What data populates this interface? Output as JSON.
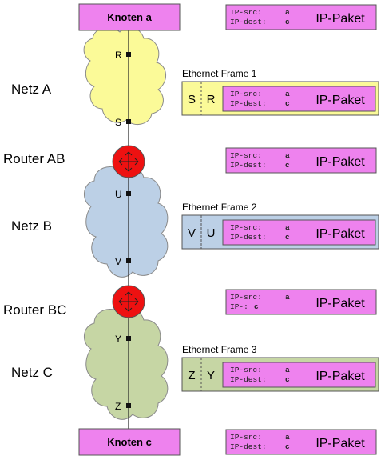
{
  "nodes": {
    "top": "Knoten a",
    "bottom": "Knoten c"
  },
  "networks": [
    {
      "label": "Netz A",
      "ports": [
        "R",
        "S"
      ],
      "color": "#fbfa98"
    },
    {
      "label": "Netz B",
      "ports": [
        "U",
        "V"
      ],
      "color": "#bcd0e6"
    },
    {
      "label": "Netz C",
      "ports": [
        "Y",
        "Z"
      ],
      "color": "#c6d6a4"
    }
  ],
  "routers": [
    {
      "label": "Router AB"
    },
    {
      "label": "Router BC"
    }
  ],
  "packets": [
    {
      "src_label": "IP-src:",
      "src_val": "a",
      "dst_label": "IP-dest:",
      "dst_val": "c",
      "title": "IP-Paket"
    },
    {
      "src_label": "IP-src:",
      "src_val": "a",
      "dst_label": "IP-dest:",
      "dst_val": "c",
      "title": "IP-Paket"
    },
    {
      "src_label": "IP-src:",
      "src_val": "a",
      "dst_label": "IP-dest:",
      "dst_val": "c",
      "title": "IP-Paket"
    },
    {
      "src_label": "IP-src:",
      "src_val": "a",
      "dst_label": "IP-dest:",
      "dst_val": "c",
      "title": "IP-Paket"
    },
    {
      "src_label": "IP-src:",
      "src_val": "a",
      "dst_label": "IP-:",
      "dst_val": "c",
      "title": "IP-Paket"
    },
    {
      "src_label": "IP-src:",
      "src_val": "a",
      "dst_label": "IP-dest:",
      "dst_val": "c",
      "title": "IP-Paket"
    },
    {
      "src_label": "IP-src:",
      "src_val": "a",
      "dst_label": "IP-dest:",
      "dst_val": "c",
      "title": "IP-Paket"
    }
  ],
  "frames": [
    {
      "title": "Ethernet Frame 1",
      "mac1": "S",
      "mac2": "R"
    },
    {
      "title": "Ethernet Frame 2",
      "mac1": "V",
      "mac2": "U"
    },
    {
      "title": "Ethernet Frame 3",
      "mac1": "Z",
      "mac2": "Y"
    }
  ],
  "colors": {
    "node_fill": "#ee82ee",
    "packet_fill": "#ee82ee",
    "router_fill": "#ee1111"
  }
}
